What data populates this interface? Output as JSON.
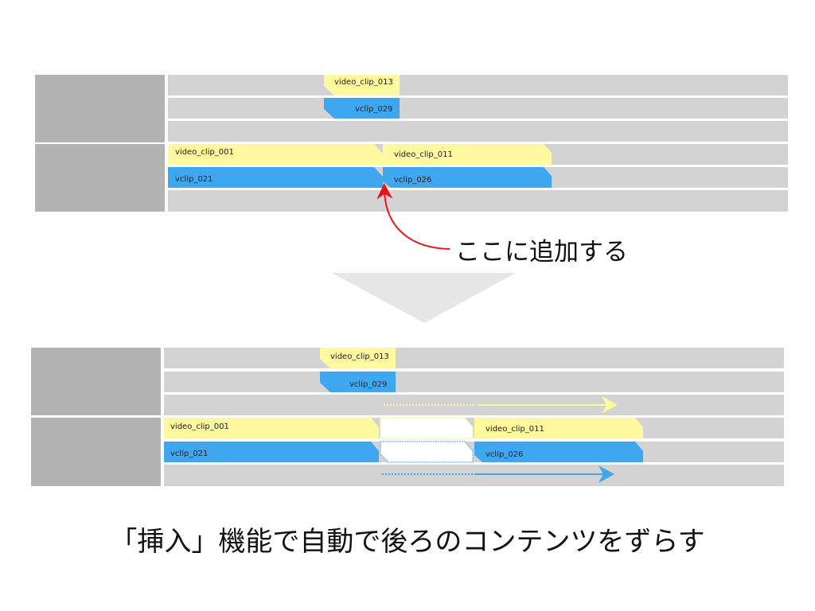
{
  "colors": {
    "track": "#d3d3d3",
    "header": "#b3b3b3",
    "yellow": "#fef89e",
    "blue": "#3fa6f0",
    "red": "#e8141b",
    "triangle": "#e6e6e6"
  },
  "before": {
    "clips": {
      "c013": "video_clip_013",
      "c029": "vclip_029",
      "c001": "video_clip_001",
      "c011": "video_clip_011",
      "c021": "vclip_021",
      "c026": "vclip_026"
    }
  },
  "callout": "ここに追加する",
  "after": {
    "clips": {
      "c013": "video_clip_013",
      "c029": "vclip_029",
      "c001": "video_clip_001",
      "c011": "video_clip_011",
      "c021": "vclip_021",
      "c026": "vclip_026"
    }
  },
  "caption": "「挿入」機能で自動で後ろのコンテンツをずらす"
}
